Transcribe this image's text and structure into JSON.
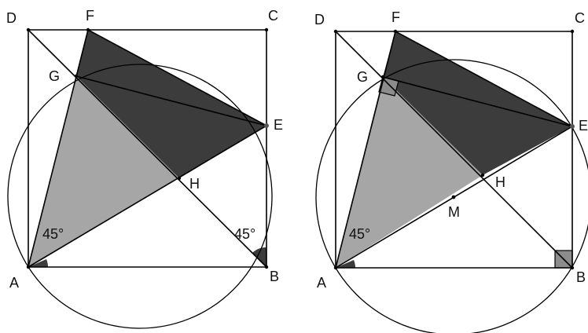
{
  "figures": [
    {
      "points": {
        "D": "D",
        "F": "F",
        "C": "C",
        "G": "G",
        "E": "E",
        "H": "H",
        "A": "A",
        "B": "B"
      },
      "angles": {
        "A": "45°",
        "B": "45°"
      }
    },
    {
      "points": {
        "D": "D",
        "F": "F",
        "C": "C",
        "G": "G",
        "E": "E",
        "H": "H",
        "M": "M",
        "A": "A",
        "B": "B"
      },
      "angles": {
        "A": "45°"
      }
    }
  ],
  "colors": {
    "dark_fill": "#3c3c3c",
    "light_fill": "#a6a6a6",
    "right_angle_fill": "#8c8c8c",
    "stroke": "#000000"
  }
}
